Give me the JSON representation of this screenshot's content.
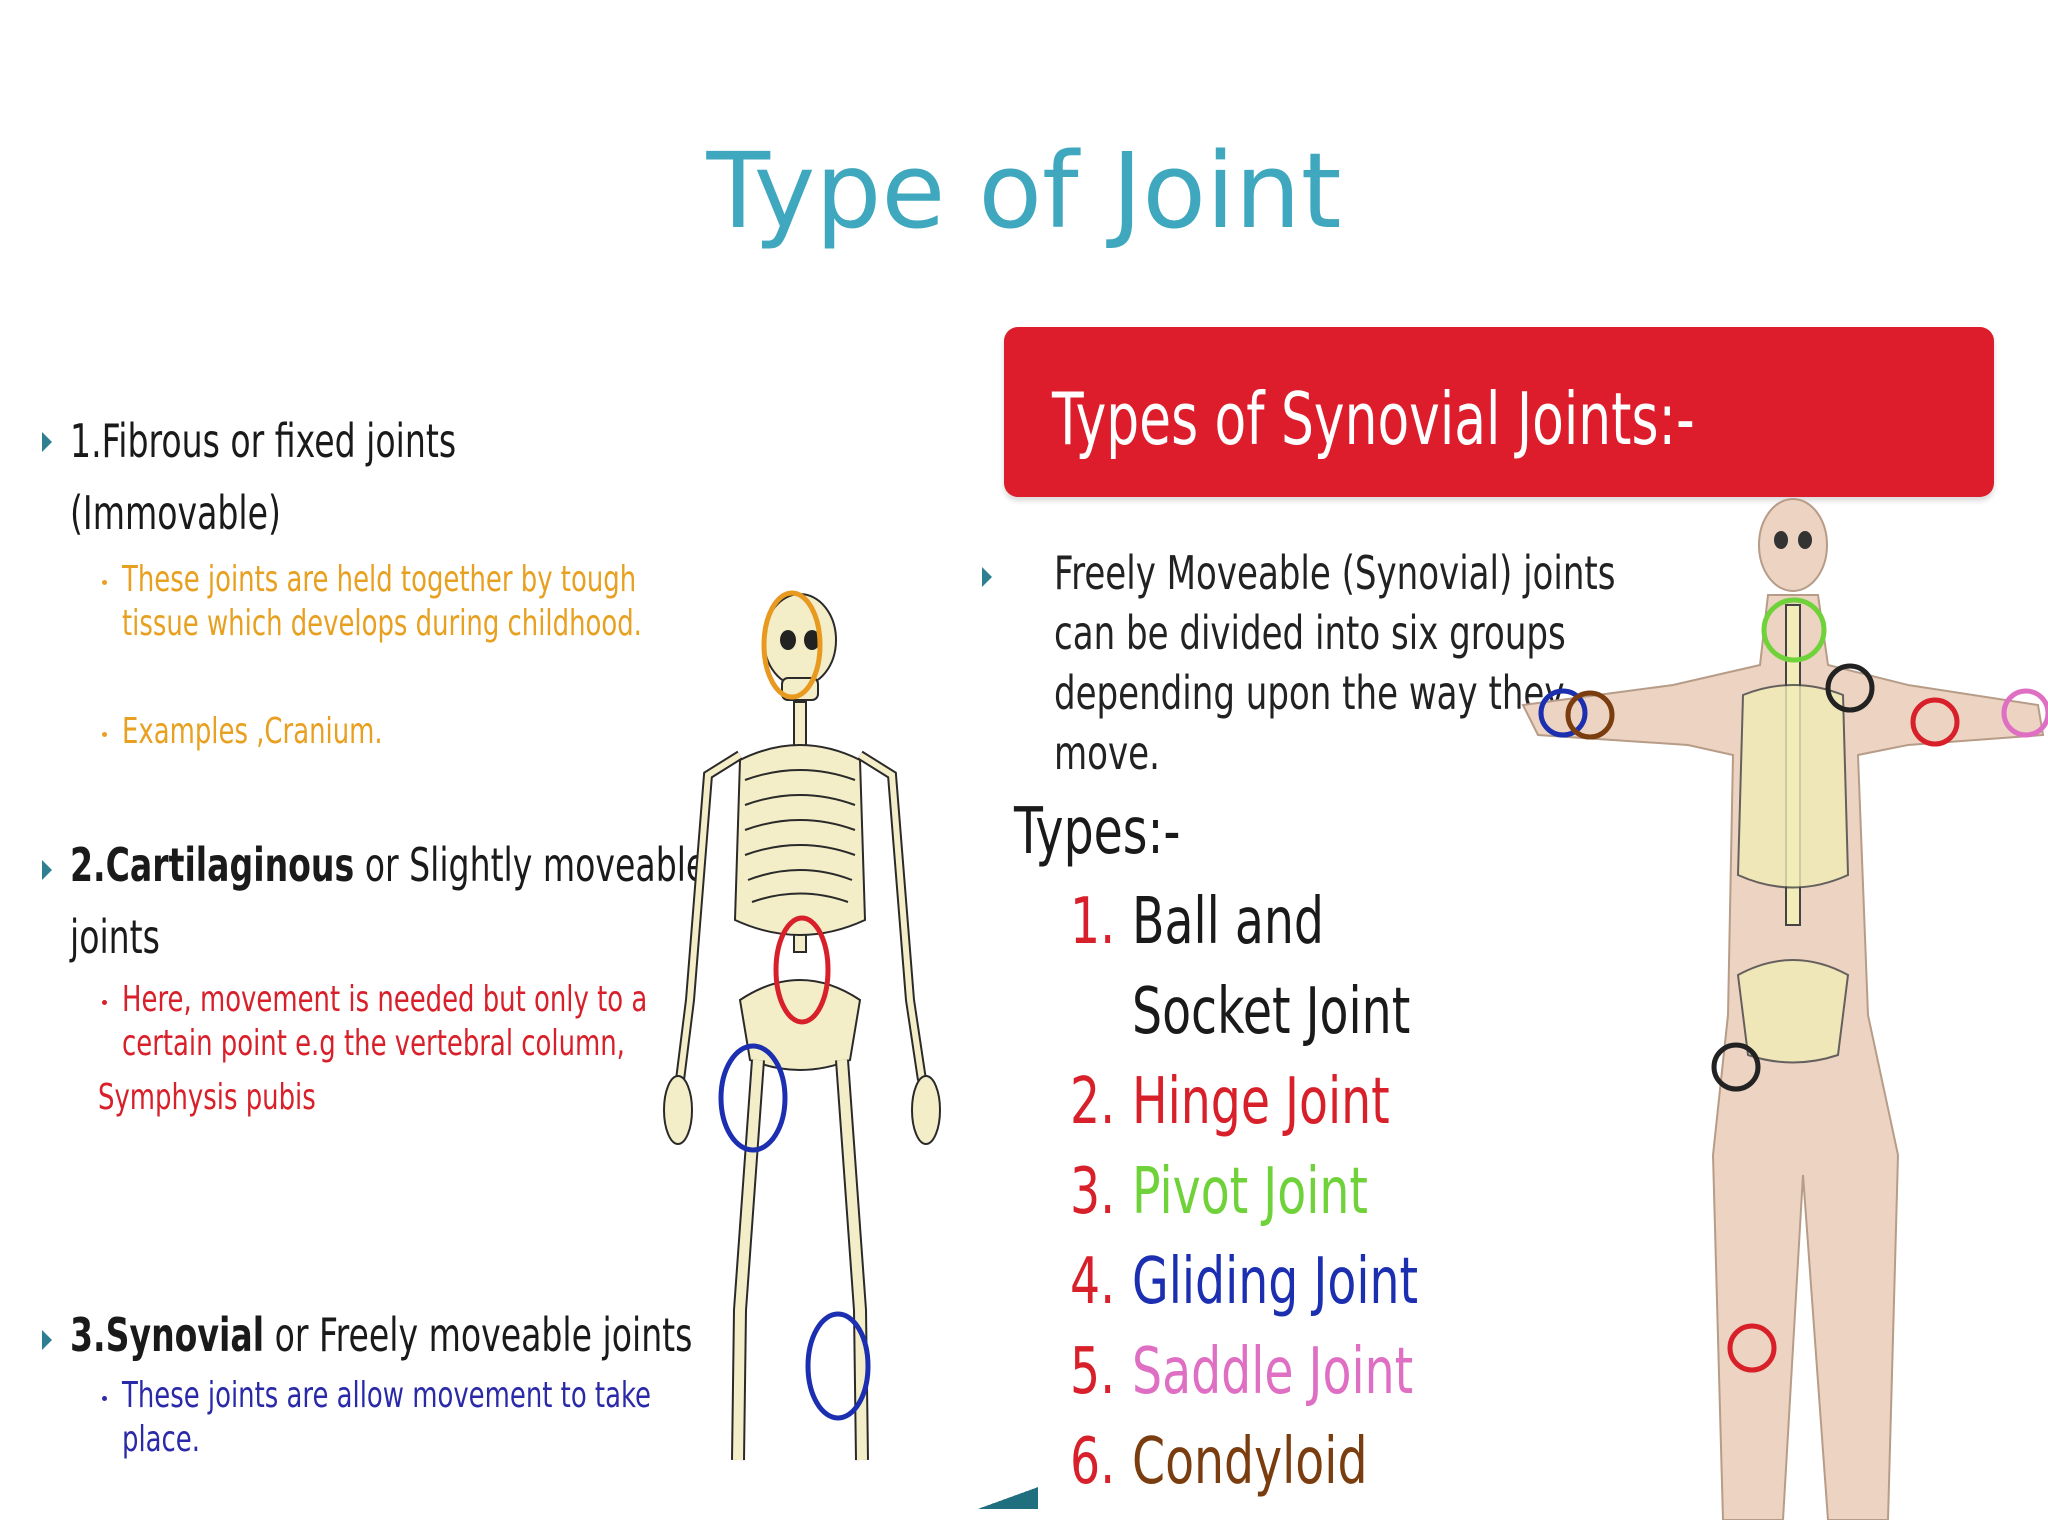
{
  "slide": {
    "title": "Type of Joint"
  },
  "left": {
    "sections": [
      {
        "heading_num": "1.Fibrous or fixed joints",
        "heading_line2": "(Immovable)",
        "bullets": [
          {
            "lines": [
              "These joints are held together by tough",
              "tissue which develops during childhood."
            ]
          },
          {
            "lines": [
              "Examples ,Cranium."
            ]
          }
        ]
      },
      {
        "heading_num": "2.Cartilaginous",
        "heading_rest": " or Slightly moveable",
        "heading_line2": "joints",
        "bullets": [
          {
            "lines": [
              "Here, movement is needed but only to a",
              "certain point e.g the vertebral column,"
            ]
          }
        ],
        "extra": "Symphysis pubis"
      },
      {
        "heading_num": "3.Synovial",
        "heading_rest": " or Freely moveable joints",
        "bullets": [
          {
            "lines": [
              "These joints are allow movement to take",
              "place."
            ]
          }
        ]
      }
    ]
  },
  "right": {
    "banner": "Types of Synovial Joints:-",
    "paragraph": [
      "Freely Moveable (Synovial) joints",
      "can be divided into six groups",
      "depending upon the way they",
      "move."
    ],
    "types_label": "Types:-",
    "types": [
      {
        "num": "1.",
        "lines": [
          "Ball and",
          "Socket Joint"
        ],
        "color": "#1a1a1a"
      },
      {
        "num": "2.",
        "lines": [
          "Hinge Joint"
        ],
        "color": "#d8202a"
      },
      {
        "num": "3.",
        "lines": [
          "Pivot Joint"
        ],
        "color": "#6fd23a"
      },
      {
        "num": "4.",
        "lines": [
          "Gliding Joint"
        ],
        "color": "#1b2fb0"
      },
      {
        "num": "5.",
        "lines": [
          "Saddle Joint"
        ],
        "color": "#de6fc3"
      },
      {
        "num": "6.",
        "lines": [
          "Condyloid"
        ],
        "color": "#7a3d10"
      }
    ]
  },
  "colors": {
    "title": "#3fa7be",
    "fibrous": "#e8a020",
    "cartilaginous": "#d8202a",
    "synovial": "#2a2aa8",
    "banner": "#dd1d2b"
  }
}
